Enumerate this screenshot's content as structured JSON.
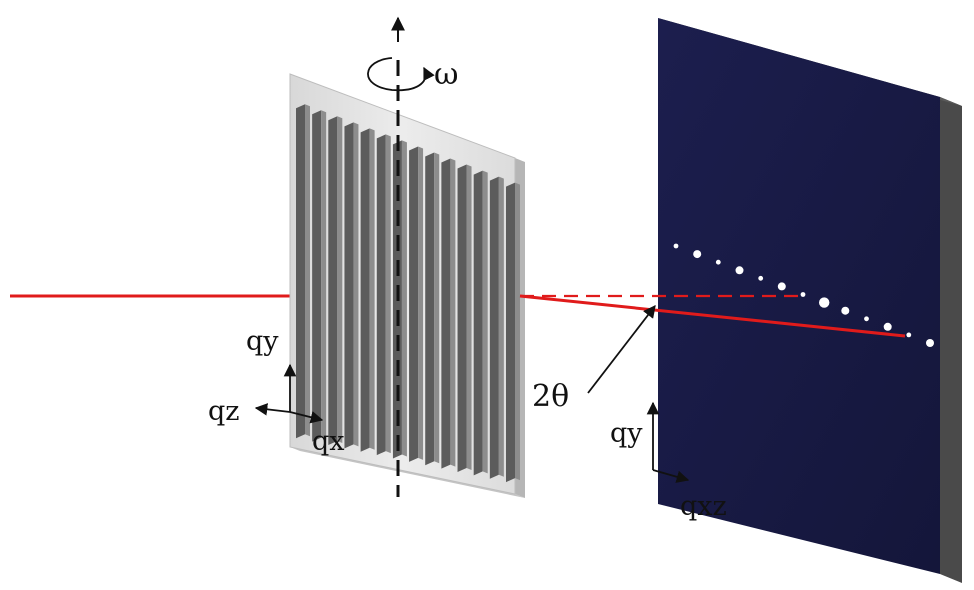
{
  "labels": {
    "omega": "ω",
    "two_theta": "2θ",
    "sample_qy": "qy",
    "sample_qz": "qz",
    "sample_qx": "qx",
    "detector_qy": "qy",
    "detector_qxz": "qxz"
  },
  "colors": {
    "beam": "#e01b1b",
    "detector_face": "#1b1d4a",
    "detector_edge": "#4a4a4a",
    "sample_plate": "#e2e2e2",
    "sample_groove": "#5c5c5c",
    "spot": "#ffffff",
    "axis": "#111111"
  },
  "diffraction_spots": {
    "count": 13,
    "relative_sizes": [
      0.6,
      1.0,
      0.6,
      1.0,
      0.6,
      1.0,
      0.6,
      1.3,
      1.0,
      0.6,
      1.0,
      0.6,
      1.0
    ]
  }
}
